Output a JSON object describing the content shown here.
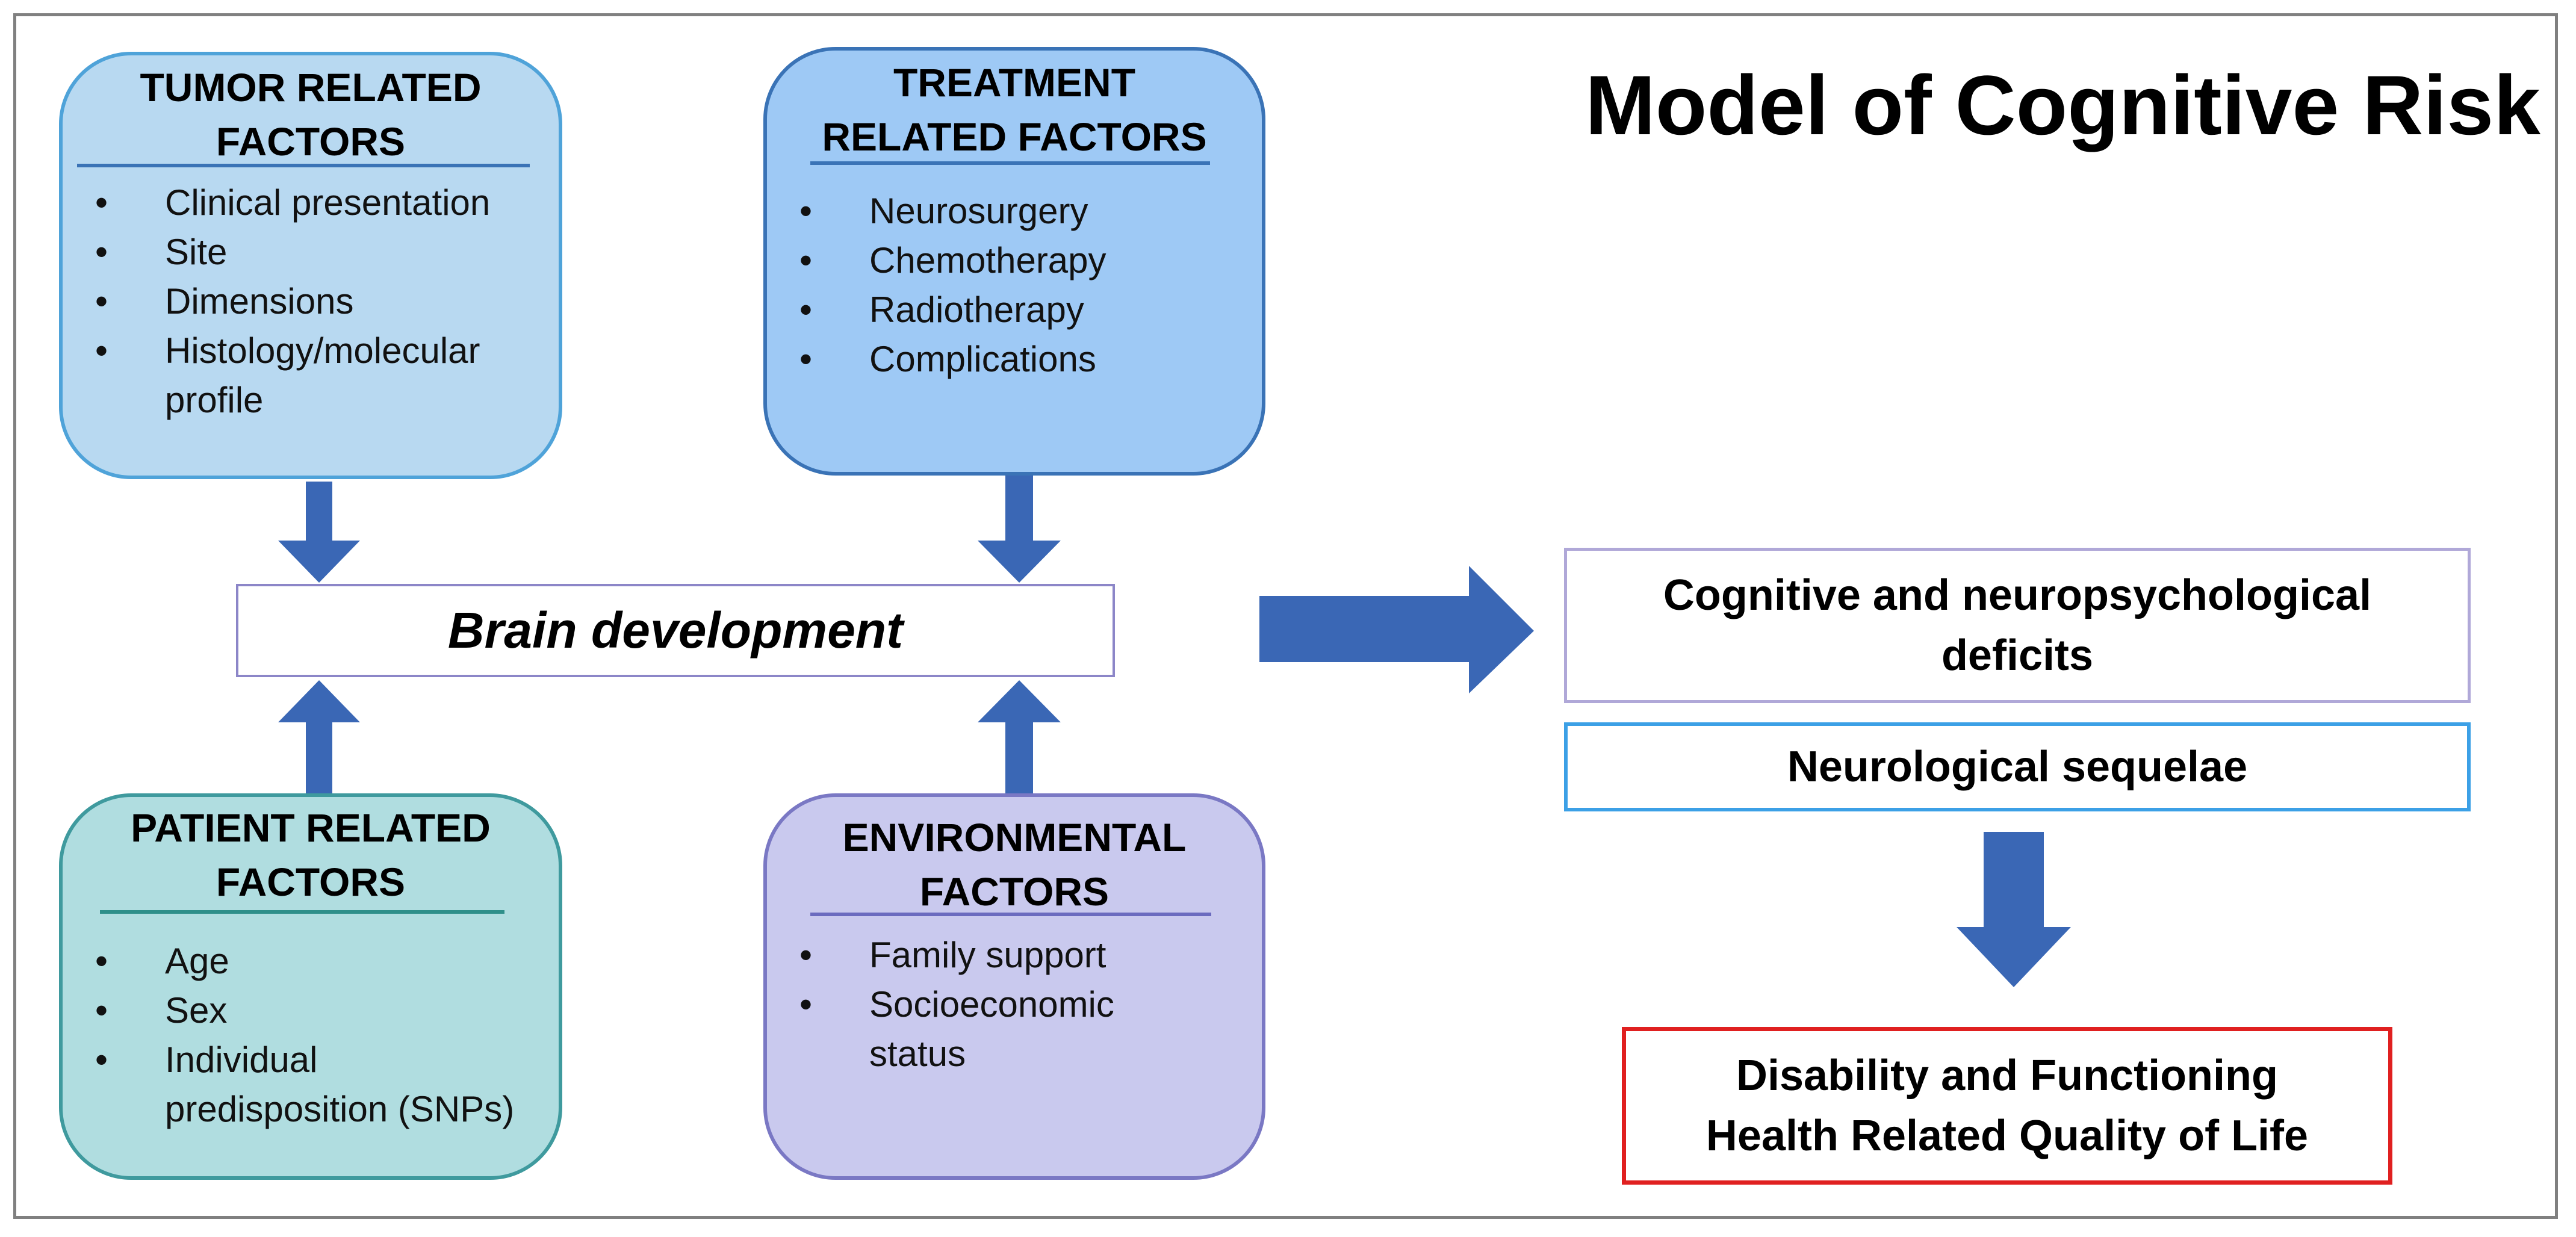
{
  "title": "Model of Cognitive Risk",
  "tumor_factors": {
    "header": [
      "TUMOR RELATED",
      "FACTORS"
    ],
    "items": [
      "Clinical presentation",
      "Site",
      "Dimensions",
      "Histology/molecular",
      "profile"
    ]
  },
  "treatment_factors": {
    "header": [
      "TREATMENT",
      "RELATED FACTORS"
    ],
    "items": [
      "Neurosurgery",
      "Chemotherapy",
      "Radiotherapy",
      "Complications"
    ]
  },
  "patient_factors": {
    "header": [
      "PATIENT RELATED",
      "FACTORS"
    ],
    "items": [
      "Age",
      "Sex",
      "Individual",
      "predisposition (SNPs)"
    ]
  },
  "environmental_factors": {
    "header": [
      "ENVIRONMENTAL",
      "FACTORS"
    ],
    "items": [
      "Family support",
      "Socioeconomic",
      "status"
    ]
  },
  "hub": {
    "label": "Brain development"
  },
  "outcomes": {
    "cognitive": [
      "Cognitive and neuropsychological",
      "deficits"
    ],
    "neurological": "Neurological sequelae",
    "disability": [
      "Disability and Functioning",
      "Health Related Quality of Life"
    ]
  },
  "colors": {
    "tumor_fill": "#b8d9f1",
    "tumor_border": "#4fa3d9",
    "treatment_fill": "#9ec9f5",
    "treatment_border": "#3a73b6",
    "patient_fill": "#b0dde0",
    "patient_border": "#3f9a9e",
    "environmental_fill": "#c9c9ee",
    "environmental_border": "#7a78c4",
    "arrow": "#3a67b5",
    "outcome_cognitive_border": "#b0a8d8",
    "outcome_neuro_border": "#3ca0e6",
    "outcome_disability_border": "#e02020"
  }
}
